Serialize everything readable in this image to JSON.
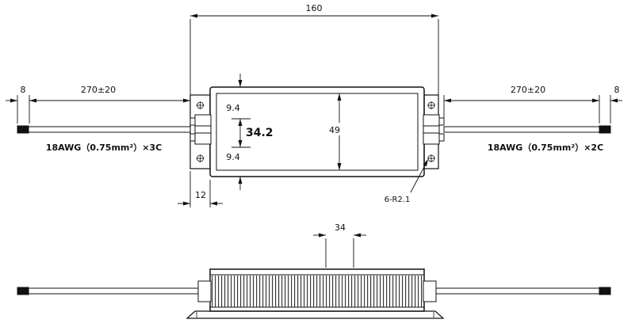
{
  "drawing": {
    "top": {
      "dims": {
        "overall_length": "160",
        "left_wire_length": "270±20",
        "left_wire_strip": "8",
        "right_wire_length": "270±20",
        "right_wire_strip": "8",
        "top_inset": "9.4",
        "center_width": "34.2",
        "bottom_inset": "9.4",
        "body_height": "49",
        "flange_width": "12",
        "mounting_holes": "6-R2.1"
      },
      "labels": {
        "left_wire_spec": "18AWG（0.75mm²）×3C",
        "right_wire_spec": "18AWG（0.75mm²）×2C"
      }
    },
    "side": {
      "dims": {
        "center_width": "34"
      }
    },
    "colors": {
      "line": "#111111",
      "background": "#ffffff"
    }
  }
}
